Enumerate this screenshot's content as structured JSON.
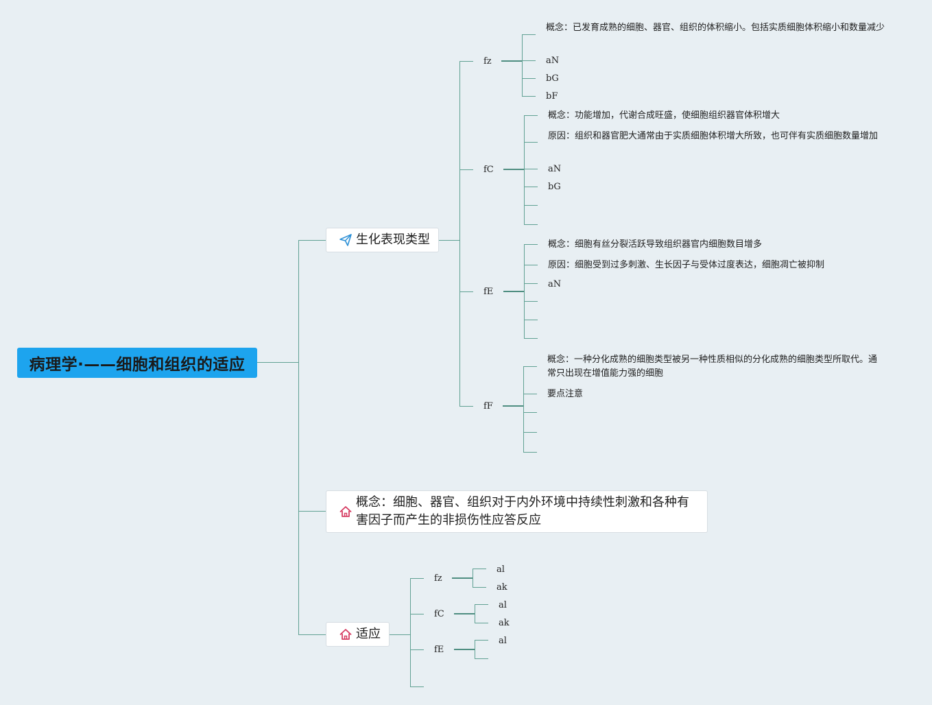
{
  "root": {
    "title": "病理学·——细胞和组织的适应"
  },
  "biochem": {
    "label": "生化表现类型",
    "groups": [
      {
        "label": "fz",
        "items": [
          "概念：已发育成熟的细胞、器官、组织的体积缩小。包括实质细胞体积缩小和数量减少",
          "aN",
          "bG",
          "bF"
        ]
      },
      {
        "label": "fC",
        "items": [
          "概念：功能增加，代谢合成旺盛，使细胞组织器官体积增大",
          "原因：组织和器官肥大通常由于实质细胞体积增大所致，也可伴有实质细胞数量增加",
          "aN",
          "bG"
        ]
      },
      {
        "label": "fE",
        "items": [
          "概念：细胞有丝分裂活跃导致组织器官内细胞数目增多",
          "原因：细胞受到过多刺激、生长因子与受体过度表达，细胞凋亡被抑制",
          "aN"
        ]
      },
      {
        "label": "fF",
        "items": [
          "概念：一种分化成熟的细胞类型被另一种性质相似的分化成熟的细胞类型所取代。通常只出现在增值能力强的细胞",
          "要点注意"
        ]
      }
    ]
  },
  "concept": {
    "text": "概念：细胞、器官、组织对于内外环境中持续性刺激和各种有害因子而产生的非损伤性应答反应"
  },
  "adapt": {
    "label": "适应",
    "groups": [
      {
        "label": "fz",
        "items": [
          "al",
          "ak"
        ]
      },
      {
        "label": "fC",
        "items": [
          "al",
          "ak"
        ]
      },
      {
        "label": "fE",
        "items": [
          "al"
        ]
      }
    ]
  },
  "colors": {
    "root_bg": "#1da4ee",
    "connector": "#5fa092",
    "background": "#e8eff3",
    "icon_plane": "#2a8fd6",
    "icon_home": "#d63c62"
  },
  "icons": {
    "biochem": "paper-plane-icon",
    "concept": "home-icon",
    "adapt": "home-icon"
  }
}
